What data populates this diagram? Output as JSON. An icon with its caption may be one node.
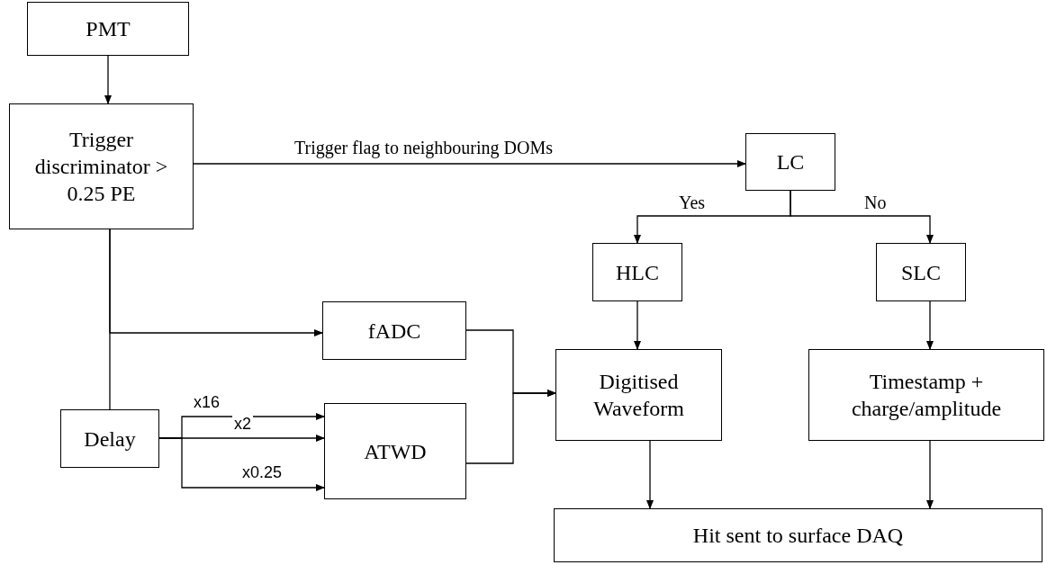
{
  "diagram": {
    "nodes": [
      {
        "text": [
          "PMT"
        ]
      },
      {
        "text": [
          "Trigger discriminator > 0.25 PE"
        ]
      },
      {
        "text": [
          "LC"
        ]
      },
      {
        "text": [
          "HLC"
        ]
      },
      {
        "text": [
          "SLC"
        ]
      },
      {
        "text": [
          "fADC"
        ]
      },
      {
        "text": [
          "Digitised Waveform"
        ]
      },
      {
        "text": [
          "Timestamp + charge/amplitude"
        ]
      },
      {
        "text": [
          "Delay"
        ]
      },
      {
        "text": [
          "ATWD"
        ]
      },
      {
        "text": [
          "Hit sent to surface DAQ"
        ]
      }
    ],
    "edges": [
      {
        "from": 0,
        "to": 1,
        "arrow": "to"
      },
      {
        "from": 1,
        "to": 2,
        "arrow": "to",
        "label": "Trigger flag to neighbouring DOMs"
      },
      {
        "from": 2,
        "to": 3,
        "arrow": "to",
        "label": "Yes"
      },
      {
        "from": 2,
        "to": 4,
        "arrow": "to",
        "label": "No"
      },
      {
        "from": 3,
        "to": 6,
        "arrow": "to"
      },
      {
        "from": 4,
        "to": 7,
        "arrow": "to"
      },
      {
        "from": 1,
        "to": 8,
        "arrow": "none"
      },
      {
        "from": 1,
        "to": 5,
        "arrow": "to"
      },
      {
        "from": 5,
        "to": 6,
        "arrow": "to"
      },
      {
        "from": 9,
        "to": 6,
        "arrow": "to"
      },
      {
        "from": 8,
        "to": 9,
        "arrow": "to",
        "label": "x16"
      },
      {
        "from": 8,
        "to": 9,
        "arrow": "to",
        "label": "x2"
      },
      {
        "from": 8,
        "to": 9,
        "arrow": "to",
        "label": "x0.25"
      },
      {
        "from": 6,
        "to": 10,
        "arrow": "to"
      },
      {
        "from": 7,
        "to": 10,
        "arrow": "to"
      }
    ]
  }
}
